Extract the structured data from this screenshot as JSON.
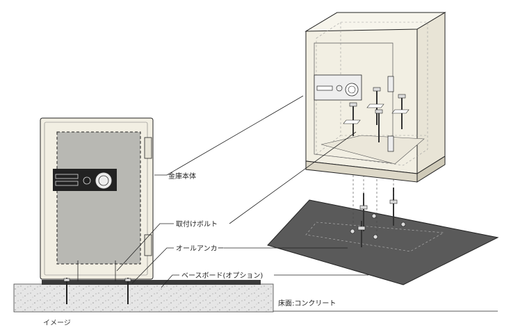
{
  "labels": {
    "safe_body": "金庫本体",
    "mounting_bolt": "取付けボルト",
    "all_anchor": "オールアンカー",
    "base_board": "ベースボード(オプション)",
    "floor": "床面:コンクリート"
  },
  "caption": "イメージ",
  "colors": {
    "safe_body": "#f2efe3",
    "door_panel": "#b8b8b3",
    "base_board": "#555555",
    "concrete": "#e4e4e4",
    "outline": "#222222"
  }
}
